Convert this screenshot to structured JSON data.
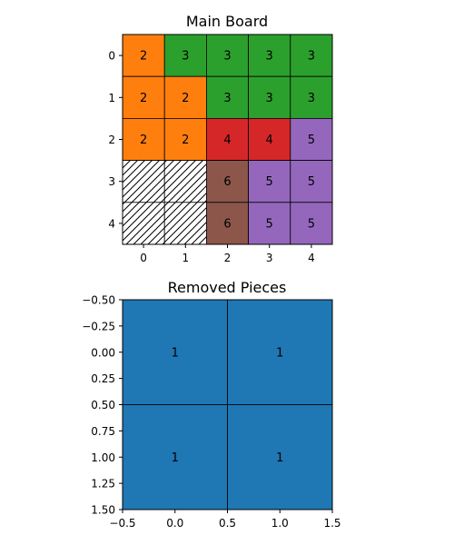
{
  "main_board": {
    "title": "Main Board",
    "x_ticks": [
      "0",
      "1",
      "2",
      "3",
      "4"
    ],
    "y_ticks": [
      "0",
      "1",
      "2",
      "3",
      "4"
    ],
    "grid": [
      [
        2,
        3,
        3,
        3,
        3
      ],
      [
        2,
        2,
        3,
        3,
        3
      ],
      [
        2,
        2,
        4,
        4,
        5
      ],
      [
        0,
        0,
        6,
        5,
        5
      ],
      [
        0,
        0,
        6,
        5,
        5
      ]
    ],
    "empty_value": 0,
    "piece_colors": {
      "2": "#ff7f0e",
      "3": "#2ca02c",
      "4": "#d62728",
      "5": "#9467bd",
      "6": "#8c564b"
    }
  },
  "removed_pieces": {
    "title": "Removed Pieces",
    "x_ticks": [
      "−0.5",
      "0.0",
      "0.5",
      "1.0",
      "1.5"
    ],
    "y_ticks": [
      "−0.50",
      "−0.25",
      "0.00",
      "0.25",
      "0.50",
      "0.75",
      "1.00",
      "1.25",
      "1.50"
    ],
    "grid": [
      [
        1,
        1
      ],
      [
        1,
        1
      ]
    ],
    "piece_colors": {
      "1": "#1f77b4"
    }
  }
}
